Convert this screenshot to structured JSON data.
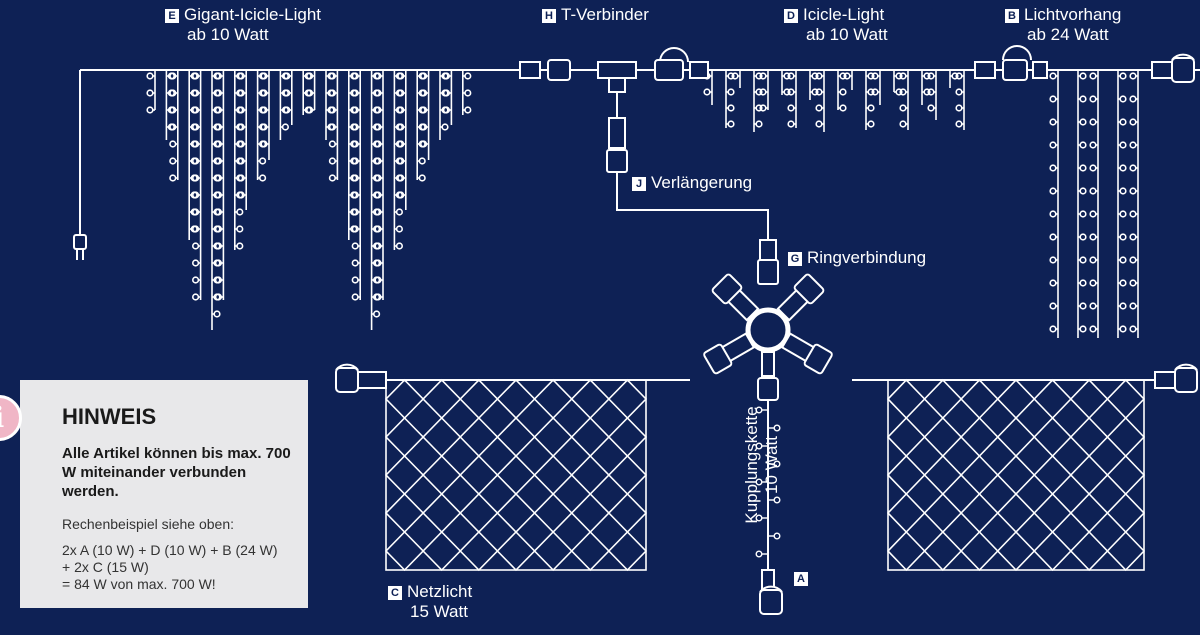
{
  "labels": {
    "gigant": {
      "badge": "E",
      "line1": "Gigant-Icicle-Light",
      "line2": "ab 10 Watt"
    },
    "tverbinder": {
      "badge": "H",
      "text": "T-Verbinder"
    },
    "icicle": {
      "badge": "D",
      "line1": "Icicle-Light",
      "line2": "ab 10 Watt"
    },
    "lichtvorhang": {
      "badge": "B",
      "line1": "Lichtvorhang",
      "line2": "ab 24 Watt"
    },
    "verlaengerung": {
      "badge": "J",
      "text": "Verlängerung"
    },
    "ringverbindung": {
      "badge": "G",
      "text": "Ringverbindung"
    },
    "netzlicht": {
      "badge": "C",
      "line1": "Netzlicht",
      "line2": "15 Watt"
    },
    "kupplungskette": {
      "badge": "A",
      "line1": "Kupplungskette",
      "line2": "10 Watt"
    }
  },
  "note": {
    "title": "HINWEIS",
    "bold_text": "Alle Artikel können bis max. 700 W miteinander verbunden werden.",
    "example_intro": "Rechenbeispiel siehe oben:",
    "example_lines": [
      "2x A (10 W) + D (10 W) + B (24 W)",
      "+ 2x C (15 W)",
      "= 84 W von max. 700 W!"
    ],
    "icon": "info-icon"
  },
  "colors": {
    "background": "#0e2155",
    "lines": "#ffffff",
    "note_bg": "#e8e8ea",
    "info_icon": "#f0b6c6"
  }
}
